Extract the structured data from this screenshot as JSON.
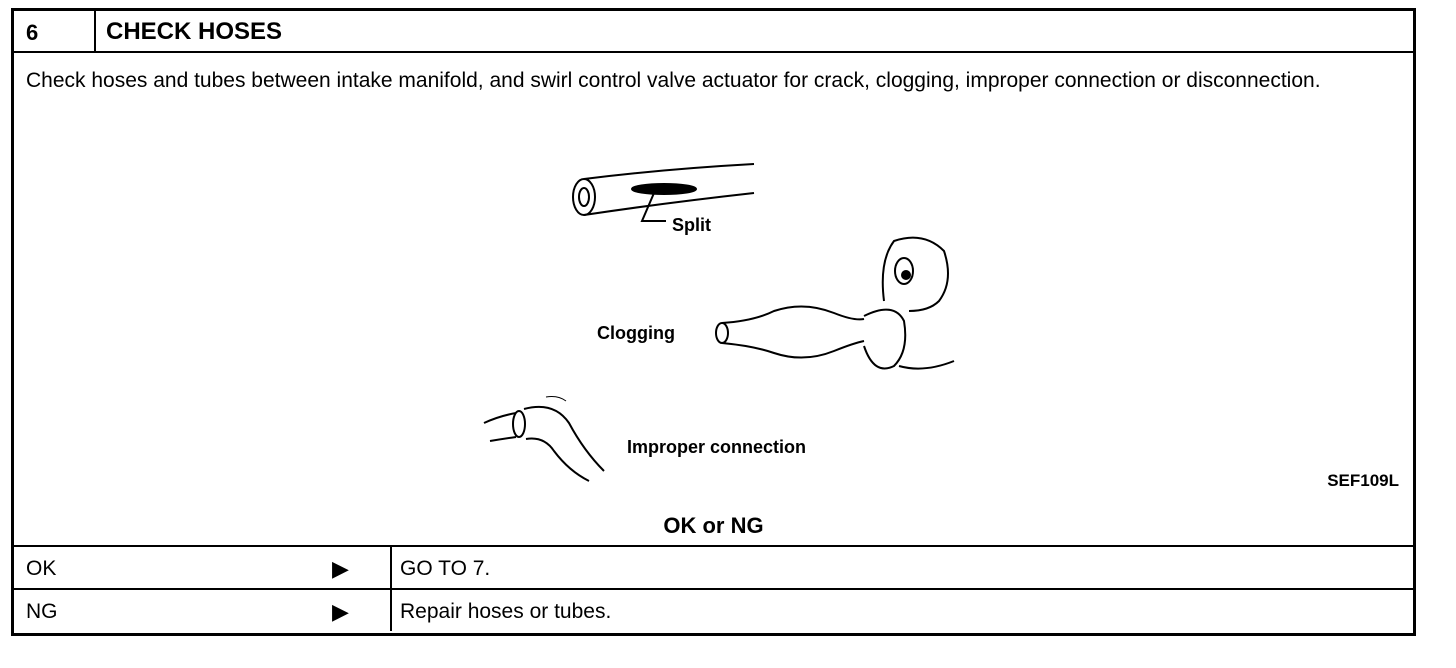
{
  "header": {
    "step_number": "6",
    "title": "CHECK HOSES"
  },
  "description": "Check hoses and tubes between intake manifold, and swirl control valve actuator for crack, clogging, improper connection or disconnection.",
  "figure": {
    "label_split": "Split",
    "label_clogging": "Clogging",
    "label_improper": "Improper connection",
    "code": "SEF109L"
  },
  "question": "OK or NG",
  "results": [
    {
      "condition": "OK",
      "arrow": "▶",
      "action": "GO TO 7."
    },
    {
      "condition": "NG",
      "arrow": "▶",
      "action": "Repair hoses or tubes."
    }
  ]
}
